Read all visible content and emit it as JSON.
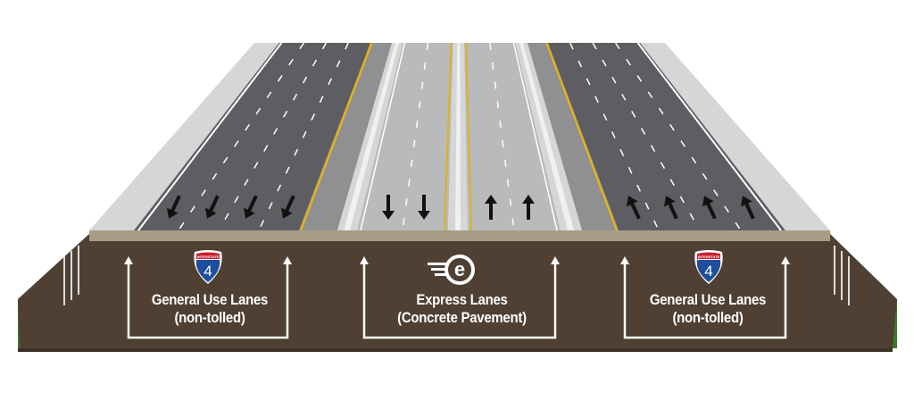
{
  "sections": [
    {
      "id": "left-general",
      "title": "General Use Lanes",
      "subtitle": "(non-tolled)",
      "icon": "interstate-shield-icon",
      "shield_top": "INTERSTATE",
      "shield_number": "4",
      "lane_directions": [
        "down",
        "down",
        "down",
        "down"
      ]
    },
    {
      "id": "express",
      "title": "Express Lanes",
      "subtitle": "(Concrete Pavement)",
      "icon": "express-e-logo-icon",
      "lane_directions": [
        "down",
        "down",
        "up",
        "up"
      ]
    },
    {
      "id": "right-general",
      "title": "General Use Lanes",
      "subtitle": "(non-tolled)",
      "icon": "interstate-shield-icon",
      "shield_top": "INTERSTATE",
      "shield_number": "4",
      "lane_directions": [
        "up",
        "up",
        "up",
        "up"
      ]
    }
  ],
  "colors": {
    "asphalt": "#5c5e61",
    "concrete": "#b9babb",
    "barrier": "#d4d6d8",
    "yellow_line": "#e0b21c",
    "dirt": "#4f4033",
    "grass": "#3f7a2e",
    "shield_blue": "#1f4e9c",
    "shield_red": "#c8202f"
  }
}
